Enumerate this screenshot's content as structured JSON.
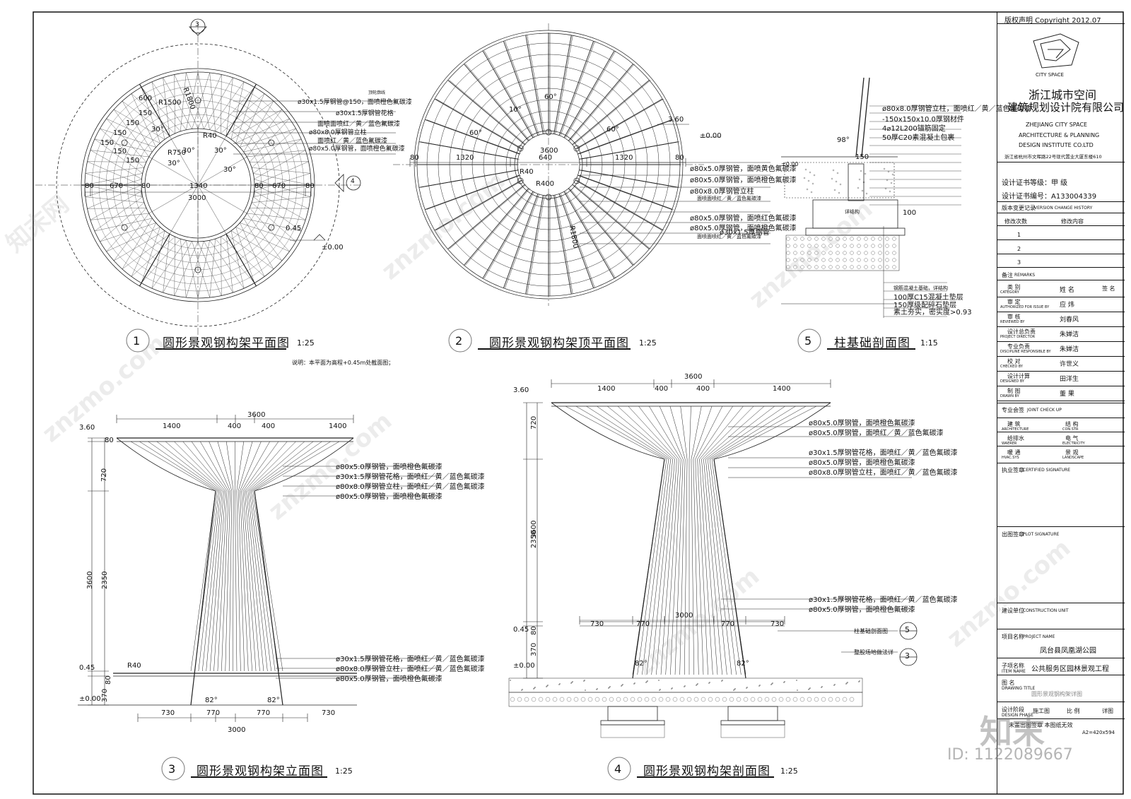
{
  "drawings": {
    "plan": {
      "number": "1",
      "title": "圆形景观钢构架平面图",
      "scale": "1:25",
      "note": "说明：本平面为高程+0.45m处截面图；",
      "dims": [
        "80",
        "670",
        "80",
        "1340",
        "80",
        "670",
        "80",
        "3000",
        "R1800",
        "R1500",
        "R40",
        "R750",
        "150",
        "150",
        "150",
        "150",
        "150",
        "150",
        "600",
        "30°",
        "30°",
        "30°",
        "30°",
        "30°",
        "0.45",
        "±0.00"
      ],
      "callouts": [
        "顶轮廓线",
        "ø30x1.5厚钢管@150，面喷橙色氟碳漆",
        "ø30x1.5厚钢管花格",
        "面喷面喷红／黄／蓝色氟碳漆",
        "ø80x8.0厚钢管立柱",
        "面喷红／黄／蓝色氟碳漆",
        "ø80x5.0厚钢管，面喷橙色氟碳漆"
      ],
      "section_marks": [
        "3",
        "4"
      ]
    },
    "roof": {
      "number": "2",
      "title": "圆形景观钢构架顶平面图",
      "scale": "1:25",
      "dims": [
        "80",
        "1320",
        "3600",
        "1320",
        "80",
        "640",
        "R40",
        "R400",
        "R1800",
        "60°",
        "60°",
        "60°",
        "10°",
        "3.60"
      ],
      "callouts": [
        "ø80x5.0厚钢管，面喷黄色氟碳漆",
        "ø80x5.0厚钢管，面喷橙色氟碳漆",
        "ø80x8.0厚钢管立柱",
        "面喷面喷红／黄／蓝色氟碳漆",
        "ø80x5.0厚钢管，面喷红色氟碳漆",
        "ø80x5.0厚钢管，面喷橙色氟碳漆",
        "ø30x1.5厚钢管",
        "面喷面喷红／黄／蓝色氟碳漆"
      ]
    },
    "footing": {
      "number": "5",
      "title": "柱基础剖面图",
      "scale": "1:15",
      "dims": [
        "98°",
        "150",
        "100",
        "±0.00"
      ],
      "callouts": [
        "ø80x8.0厚钢管立柱，面喷红／黄／蓝色氟碳漆",
        "-150x150x10.0厚钢材件",
        "4⌀12L200锚筋固定",
        "50厚C20素混凝土包裹",
        "详结构",
        "钢筋混凝土基础，详结构",
        "100厚C15混凝土垫层",
        "150厚级配碎石垫层",
        "素土夯实，密实度>0.93"
      ]
    },
    "elevation": {
      "number": "3",
      "title": "圆形景观钢构架立面图",
      "scale": "1:25",
      "dims": [
        "3600",
        "1400",
        "400",
        "400",
        "1400",
        "80",
        "720",
        "3600",
        "2350",
        "80",
        "370",
        "730",
        "770",
        "770",
        "730",
        "3000",
        "82°",
        "82°",
        "R40",
        "3.60",
        "0.45",
        "±0.00"
      ],
      "callouts": [
        "ø80x5.0厚钢管，面喷橙色氟碳漆",
        "ø30x1.5厚钢管花格，面喷红／黄／蓝色氟碳漆",
        "ø80x8.0厚钢管立柱，面喷红／黄／蓝色氟碳漆",
        "ø80x5.0厚钢管，面喷橙色氟碳漆",
        "ø30x1.5厚钢管花格，面喷红／黄／蓝色氟碳漆",
        "ø80x8.0厚钢管立柱，面喷红／黄／蓝色氟碳漆",
        "ø80x5.0厚钢管，面喷橙色氟碳漆"
      ]
    },
    "section": {
      "number": "4",
      "title": "圆形景观钢构架剖面图",
      "scale": "1:25",
      "dims": [
        "3600",
        "1400",
        "400",
        "400",
        "1400",
        "720",
        "3600",
        "2350",
        "80",
        "370",
        "730",
        "770",
        "3000",
        "770",
        "730",
        "82°",
        "82°",
        "3.60",
        "0.45",
        "±0.00"
      ],
      "callouts": [
        "ø80x5.0厚钢管，面喷橙色氟碳漆",
        "ø80x5.0厚钢管，面喷红／黄／蓝色氟碳漆",
        "ø30x1.5厚钢管花格，面喷红／黄／蓝色氟碳漆",
        "ø80x5.0厚钢管，面喷橙色氟碳漆",
        "ø80x8.0厚钢管立柱，面喷红／黄／蓝色氟碳漆",
        "ø30x1.5厚钢管花格，面喷红／黄／蓝色氟碳漆",
        "ø80x5.0厚钢管，面喷橙色氟碳漆",
        "柱基础剖面图",
        "整股场地做法详",
        "5",
        "3"
      ]
    }
  },
  "titleblock": {
    "copyright": "版权声明  Copyright 2012.07",
    "logo_text": "CITY SPACE",
    "company_cn_1": "浙江城市空间",
    "company_cn_2": "建筑规划设计院有限公司",
    "company_en_1": "ZHEJIANG CITY SPACE",
    "company_en_2": "ARCHITECTURE & PLANNING",
    "company_en_3": "DESIGN INSTITUTE CO.LTD",
    "address": "浙江省杭州市文晖路22号现代置业大厦东楼610",
    "cert_grade": "设计证书等级：甲 级",
    "cert_no": "设计证书编号：A133004339",
    "version_history": "版本变更记录",
    "version_history_en": "VERSION CHANGE HISTORY",
    "rev_no": "修改次数",
    "rev_content": "修改内容",
    "revs": [
      "1",
      "2",
      "3"
    ],
    "remarks": "备注",
    "remarks_en": "REMARKS",
    "roles": [
      {
        "role": "类 别",
        "role_en": "CATEGORY",
        "name": "姓 名",
        "sign": "签 名"
      },
      {
        "role": "审 定",
        "role_en": "AUTHORIZED FOR ISSUE BY",
        "name": "应 炜"
      },
      {
        "role": "审 核",
        "role_en": "REVIEWED BY",
        "name": "刘春风"
      },
      {
        "role": "设计总负责",
        "role_en": "PROJECT DIRECTOR",
        "name": "朱婵洁"
      },
      {
        "role": "专业负责",
        "role_en": "DISCIPLINE RESPONSIBLE BY",
        "name": "朱婵洁"
      },
      {
        "role": "校 对",
        "role_en": "CHECKED BY",
        "name": "许世义"
      },
      {
        "role": "设计计算",
        "role_en": "DESIGNED BY",
        "name": "田洋生"
      },
      {
        "role": "制 图",
        "role_en": "DRAWN BY",
        "name": "董 果"
      }
    ],
    "joint_check": "专业会签",
    "joint_check_en": "JOINT CHECK UP",
    "disciplines": [
      {
        "a": "建 筑",
        "a_en": "ARCHITECTURE",
        "b": "结 构",
        "b_en": "CON.STR"
      },
      {
        "a": "给排水",
        "a_en": "WAERER",
        "b": "电 气",
        "b_en": "ELECTRICITY"
      },
      {
        "a": "暖 通",
        "a_en": "HVAC.SYS",
        "b": "景 观",
        "b_en": "LANDSCAPE"
      }
    ],
    "certified_sig": "执业签章",
    "certified_sig_en": "CERTIFIED SIGNATURE",
    "plot_sig": "出图签章",
    "plot_sig_en": "PLOT SIGNATURE",
    "construction_unit": "建设单位",
    "construction_unit_en": "CONSTRUCTION UNIT",
    "project_name": "项目名称",
    "project_name_en": "PROJECT NAME",
    "project_value": "凤台县凤凰湖公园",
    "item_name": "子项名称",
    "item_name_en": "ITEM NAME",
    "item_value": "公共服务区园林景观工程",
    "drawing_title": "图 名",
    "drawing_title_en": "DRAWING TITLE",
    "drawing_value": "圆形景观钢构架详图",
    "design_phase": "设计阶段",
    "design_phase_en": "DESIGN PHASE",
    "phase_value": "施工图",
    "scale_label": "比 例",
    "detail_label": "详图",
    "stamp_note": "未盖出图签章 本图纸无效",
    "sheet_size": "A2=420x594"
  },
  "watermark": {
    "brand": "知末",
    "id": "ID: 1122089667",
    "site": "znzmo.com",
    "site_cn": "知末网"
  }
}
